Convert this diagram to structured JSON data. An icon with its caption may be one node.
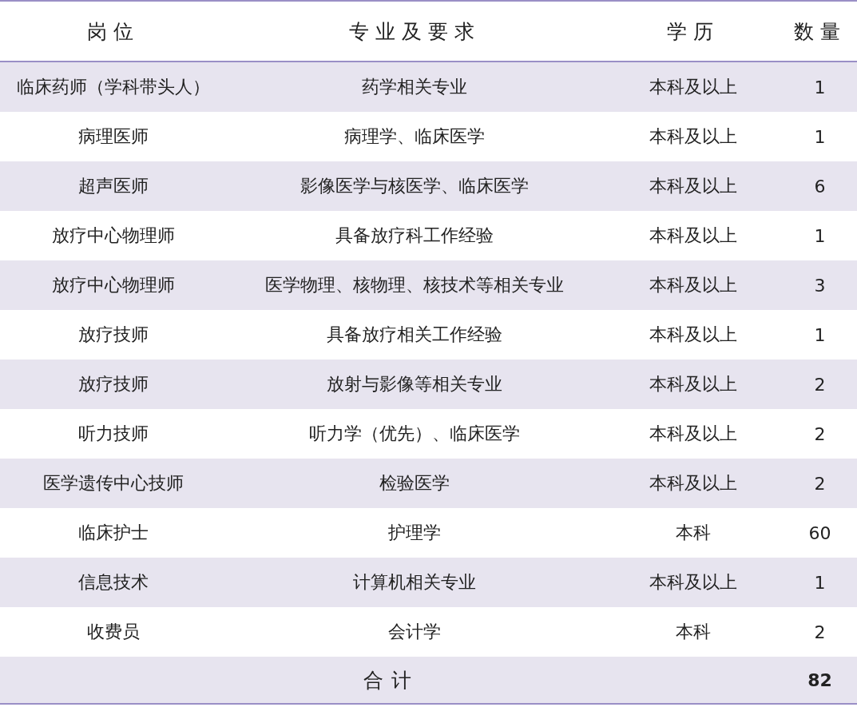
{
  "diagram": {
    "labels": [
      "岗位",
      "专业及要求",
      "学历",
      "数量",
      "临床药师（学科带头人）",
      "药学相关专业",
      "本科及以上",
      "1",
      "病理医师",
      "病理学、临床医学",
      "本科及以上",
      "1",
      "超声医师",
      "影像医学与核医学、临床医学",
      "本科及以上",
      "6",
      "放疗中心物理师",
      "具备放疗科工作经验",
      "本科及以上",
      "1",
      "放疗中心物理师",
      "医学物理、核物理、核技术等相关专业",
      "本科及以上",
      "3",
      "放疗技师",
      "具备放疗相关工作经验",
      "本科及以上",
      "1",
      "放疗技师",
      "放射与影像等相关专业",
      "本科及以上",
      "2",
      "听力技师",
      "听力学（优先）、临床医学",
      "本科及以上",
      "2",
      "医学遗传中心技师",
      "检验医学",
      "本科及以上",
      "2",
      "临床护士",
      "护理学",
      "本科",
      "60",
      "信息技术",
      "计算机相关专业",
      "本科及以上",
      "1",
      "收费员",
      "会计学",
      "本科",
      "2",
      "合计",
      "82"
    ]
  }
}
